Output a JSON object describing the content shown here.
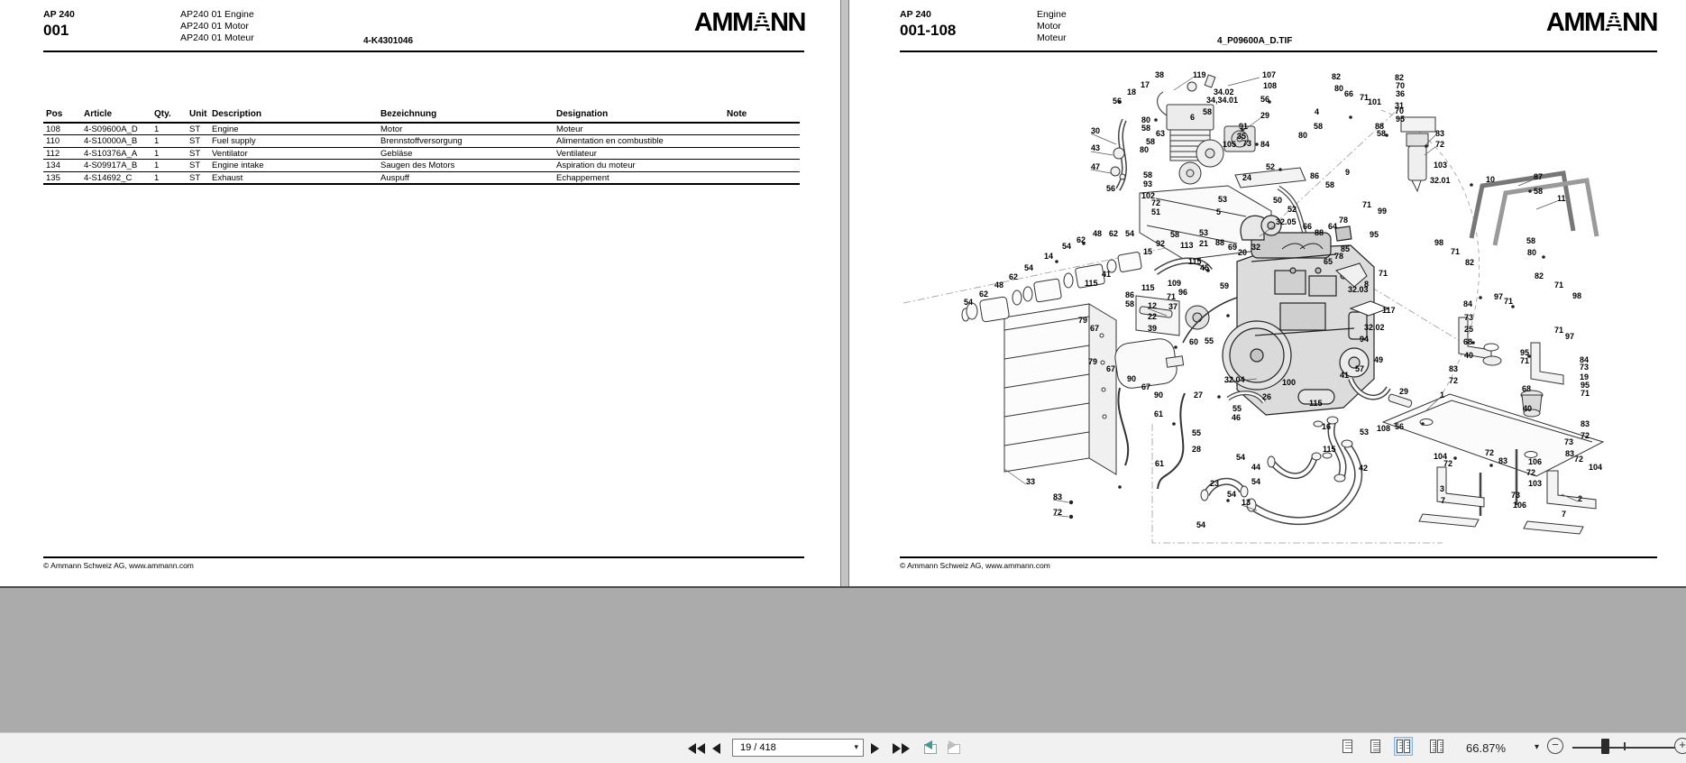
{
  "left_page": {
    "code": "AP 240",
    "page_no": "001",
    "subtitle_lines": [
      "AP240 01 Engine",
      "AP240 01 Motor",
      "AP240 01 Moteur"
    ],
    "doc_ref": "4-K4301046",
    "logo": {
      "prefix": "AMM",
      "striped_letter": "A",
      "suffix": "NN"
    },
    "footer": "© Ammann Schweiz AG, www.ammann.com",
    "table": {
      "headers": [
        "Pos",
        "Article",
        "Qty.",
        "Unit",
        "Description",
        "Bezeichnung",
        "Designation",
        "Note"
      ],
      "rows": [
        [
          "108",
          "4-S09600A_D",
          "1",
          "ST",
          "Engine",
          "Motor",
          "Moteur",
          ""
        ],
        [
          "110",
          "4-S10000A_B",
          "1",
          "ST",
          "Fuel supply",
          "Brennstoffversorgung",
          "Alimentation en combustible",
          ""
        ],
        [
          "112",
          "4-S10376A_A",
          "1",
          "ST",
          "Ventilator",
          "Gebläse",
          "Ventilateur",
          ""
        ],
        [
          "134",
          "4-S09917A_B",
          "1",
          "ST",
          "Engine intake",
          "Saugen des Motors",
          "Aspiration du moteur",
          ""
        ],
        [
          "135",
          "4-S14692_C",
          "1",
          "ST",
          "Exhaust",
          "Auspuff",
          "Echappement",
          ""
        ]
      ]
    }
  },
  "right_page": {
    "code": "AP 240",
    "page_no": "001-108",
    "subtitle_lines": [
      "Engine",
      "Motor",
      "Moteur"
    ],
    "doc_ref": "4_P09600A_D.TIF",
    "logo": {
      "prefix": "AMM",
      "striped_letter": "A",
      "suffix": "NN"
    },
    "footer": "© Ammann Schweiz AG, www.ammann.com",
    "diagram_labels": [
      [
        339,
        83,
        "38"
      ],
      [
        381,
        83,
        "119"
      ],
      [
        458,
        83,
        "107"
      ],
      [
        323,
        94,
        "17"
      ],
      [
        459,
        95,
        "108"
      ],
      [
        308,
        102,
        "18"
      ],
      [
        404,
        102,
        "34.02"
      ],
      [
        396,
        111,
        "34,34.01"
      ],
      [
        292,
        112,
        "56"
      ],
      [
        456,
        110,
        "56"
      ],
      [
        456,
        128,
        "29"
      ],
      [
        324,
        133,
        "80"
      ],
      [
        392,
        124,
        "58"
      ],
      [
        324,
        142,
        "58"
      ],
      [
        378,
        130,
        "6"
      ],
      [
        432,
        140,
        "91"
      ],
      [
        268,
        145,
        "30"
      ],
      [
        430,
        151,
        "35"
      ],
      [
        340,
        148,
        "63"
      ],
      [
        329,
        157,
        "58"
      ],
      [
        414,
        160,
        "105"
      ],
      [
        436,
        159,
        "73"
      ],
      [
        456,
        160,
        "84"
      ],
      [
        268,
        164,
        "43"
      ],
      [
        322,
        166,
        "80"
      ],
      [
        268,
        185,
        "47"
      ],
      [
        462,
        185,
        "52"
      ],
      [
        285,
        209,
        "56"
      ],
      [
        436,
        197,
        "24"
      ],
      [
        326,
        194,
        "58"
      ],
      [
        326,
        204,
        "93"
      ],
      [
        324,
        217,
        "102"
      ],
      [
        335,
        225,
        "72"
      ],
      [
        409,
        221,
        "53"
      ],
      [
        470,
        222,
        "50"
      ],
      [
        335,
        235,
        "51"
      ],
      [
        407,
        235,
        "5"
      ],
      [
        486,
        232,
        "52"
      ],
      [
        473,
        246,
        "32.05"
      ],
      [
        535,
        85,
        "82"
      ],
      [
        605,
        86,
        "82"
      ],
      [
        538,
        98,
        "80"
      ],
      [
        606,
        95,
        "70"
      ],
      [
        549,
        104,
        "66"
      ],
      [
        606,
        104,
        "36"
      ],
      [
        566,
        108,
        "71"
      ],
      [
        605,
        117,
        "31"
      ],
      [
        575,
        113,
        "101"
      ],
      [
        605,
        123,
        "70"
      ],
      [
        516,
        124,
        "4"
      ],
      [
        606,
        132,
        "95"
      ],
      [
        515,
        140,
        "58"
      ],
      [
        583,
        140,
        "88"
      ],
      [
        498,
        150,
        "80"
      ],
      [
        585,
        148,
        "58"
      ],
      [
        650,
        148,
        "83"
      ],
      [
        650,
        160,
        "72"
      ],
      [
        511,
        195,
        "86"
      ],
      [
        550,
        191,
        "9"
      ],
      [
        648,
        183,
        "103"
      ],
      [
        528,
        205,
        "58"
      ],
      [
        644,
        200,
        "32.01"
      ],
      [
        569,
        227,
        "71"
      ],
      [
        586,
        234,
        "99"
      ],
      [
        543,
        244,
        "78"
      ],
      [
        706,
        199,
        "10"
      ],
      [
        759,
        196,
        "87"
      ],
      [
        759,
        212,
        "58"
      ],
      [
        785,
        220,
        "11"
      ],
      [
        751,
        267,
        "58"
      ],
      [
        752,
        280,
        "80"
      ],
      [
        683,
        291,
        "82"
      ],
      [
        760,
        306,
        "82"
      ],
      [
        782,
        316,
        "71"
      ],
      [
        802,
        328,
        "98"
      ],
      [
        649,
        269,
        "98"
      ],
      [
        667,
        279,
        "71"
      ],
      [
        715,
        329,
        "97"
      ],
      [
        726,
        334,
        "71"
      ],
      [
        782,
        366,
        "71"
      ],
      [
        794,
        373,
        "97"
      ],
      [
        681,
        337,
        "84"
      ],
      [
        682,
        352,
        "73"
      ],
      [
        682,
        365,
        "25"
      ],
      [
        681,
        379,
        "68"
      ],
      [
        682,
        394,
        "40"
      ],
      [
        744,
        391,
        "95"
      ],
      [
        744,
        400,
        "71"
      ],
      [
        810,
        399,
        "84"
      ],
      [
        810,
        407,
        "73"
      ],
      [
        810,
        418,
        "19"
      ],
      [
        811,
        427,
        "95"
      ],
      [
        811,
        436,
        "71"
      ],
      [
        665,
        409,
        "83"
      ],
      [
        665,
        422,
        "72"
      ],
      [
        746,
        431,
        "68"
      ],
      [
        747,
        453,
        "40"
      ],
      [
        811,
        470,
        "83"
      ],
      [
        811,
        483,
        "72"
      ],
      [
        793,
        490,
        "73"
      ],
      [
        794,
        503,
        "83"
      ],
      [
        804,
        509,
        "72"
      ],
      [
        820,
        518,
        "104"
      ],
      [
        270,
        259,
        "48"
      ],
      [
        288,
        259,
        "62"
      ],
      [
        306,
        259,
        "54"
      ],
      [
        356,
        260,
        "58"
      ],
      [
        388,
        258,
        "53"
      ],
      [
        340,
        270,
        "92"
      ],
      [
        388,
        270,
        "21"
      ],
      [
        406,
        269,
        "88"
      ],
      [
        420,
        274,
        "69"
      ],
      [
        367,
        272,
        "113"
      ],
      [
        252,
        266,
        "62"
      ],
      [
        236,
        273,
        "54"
      ],
      [
        216,
        284,
        "14"
      ],
      [
        326,
        279,
        "15"
      ],
      [
        376,
        290,
        "115"
      ],
      [
        389,
        297,
        "45"
      ],
      [
        194,
        297,
        "54"
      ],
      [
        177,
        307,
        "62"
      ],
      [
        161,
        316,
        "48"
      ],
      [
        144,
        326,
        "62"
      ],
      [
        127,
        335,
        "54"
      ],
      [
        280,
        304,
        "41"
      ],
      [
        261,
        314,
        "115"
      ],
      [
        324,
        319,
        "115"
      ],
      [
        353,
        314,
        "109"
      ],
      [
        411,
        317,
        "59"
      ],
      [
        365,
        324,
        "96"
      ],
      [
        306,
        327,
        "86"
      ],
      [
        352,
        329,
        "71"
      ],
      [
        306,
        337,
        "58"
      ],
      [
        354,
        340,
        "37"
      ],
      [
        331,
        339,
        "12"
      ],
      [
        331,
        351,
        "22"
      ],
      [
        254,
        355,
        "79"
      ],
      [
        267,
        364,
        "67"
      ],
      [
        331,
        364,
        "39"
      ],
      [
        377,
        379,
        "60"
      ],
      [
        394,
        378,
        "55"
      ],
      [
        265,
        401,
        "79"
      ],
      [
        285,
        409,
        "67"
      ],
      [
        308,
        420,
        "90"
      ],
      [
        324,
        429,
        "67"
      ],
      [
        416,
        421,
        "32.04"
      ],
      [
        503,
        251,
        "66"
      ],
      [
        516,
        258,
        "88"
      ],
      [
        531,
        251,
        "64"
      ],
      [
        577,
        260,
        "95"
      ],
      [
        446,
        274,
        "32"
      ],
      [
        431,
        280,
        "20"
      ],
      [
        545,
        276,
        "85"
      ],
      [
        538,
        284,
        "78"
      ],
      [
        526,
        290,
        "65"
      ],
      [
        587,
        303,
        "71"
      ],
      [
        571,
        315,
        "8"
      ],
      [
        553,
        321,
        "32.03"
      ],
      [
        591,
        344,
        "117"
      ],
      [
        571,
        363,
        "32.02"
      ],
      [
        566,
        376,
        "94"
      ],
      [
        480,
        424,
        "100"
      ],
      [
        544,
        416,
        "41"
      ],
      [
        561,
        409,
        "57"
      ],
      [
        582,
        399,
        "49"
      ],
      [
        610,
        434,
        "29"
      ],
      [
        338,
        438,
        "90"
      ],
      [
        382,
        438,
        "27"
      ],
      [
        458,
        440,
        "26"
      ],
      [
        425,
        453,
        "55"
      ],
      [
        424,
        463,
        "46"
      ],
      [
        338,
        459,
        "61"
      ],
      [
        380,
        480,
        "55"
      ],
      [
        380,
        498,
        "28"
      ],
      [
        339,
        514,
        "61"
      ],
      [
        429,
        507,
        "54"
      ],
      [
        446,
        518,
        "44"
      ],
      [
        446,
        534,
        "54"
      ],
      [
        400,
        536,
        "23"
      ],
      [
        419,
        548,
        "54"
      ],
      [
        435,
        557,
        "13"
      ],
      [
        196,
        534,
        "33"
      ],
      [
        226,
        551,
        "83"
      ],
      [
        226,
        568,
        "72"
      ],
      [
        385,
        582,
        "54"
      ],
      [
        510,
        447,
        "115"
      ],
      [
        524,
        473,
        "16"
      ],
      [
        566,
        479,
        "53"
      ],
      [
        585,
        475,
        "108"
      ],
      [
        605,
        473,
        "56"
      ],
      [
        525,
        498,
        "115"
      ],
      [
        565,
        519,
        "42"
      ],
      [
        655,
        438,
        "1"
      ],
      [
        648,
        506,
        "104"
      ],
      [
        659,
        514,
        "72"
      ],
      [
        705,
        502,
        "72"
      ],
      [
        720,
        511,
        "83"
      ],
      [
        753,
        512,
        "106"
      ],
      [
        751,
        524,
        "72"
      ],
      [
        753,
        536,
        "103"
      ],
      [
        734,
        549,
        "73"
      ],
      [
        736,
        560,
        "106"
      ],
      [
        655,
        542,
        "3"
      ],
      [
        656,
        555,
        "7"
      ],
      [
        808,
        553,
        "2"
      ],
      [
        790,
        570,
        "7"
      ]
    ]
  },
  "toolbar": {
    "page_indicator": "19 / 418",
    "zoom_percent": "66.87%",
    "icons": {
      "first_page": "double-left-triangle",
      "previous_page": "left-triangle",
      "next_page": "right-triangle",
      "last_page": "double-right-triangle",
      "previous_view": "window-with-teal-left-arrow",
      "next_view": "window-with-gray-right-arrow",
      "page_combo_caret": "▾",
      "zoom_caret": "▾",
      "zoom_out": "−",
      "zoom_in": "+",
      "layout_single": "single-page",
      "layout_continuous": "continuous",
      "layout_two_page": "two-page",
      "layout_two_page_continuous": "two-page-continuous"
    }
  },
  "colors": {
    "app_background": "#ababab",
    "toolbar_background": "#f1f1f1",
    "page_background": "#ffffff",
    "layout_selected_background": "#cfe4f7",
    "layout_selected_border": "#86b7e0",
    "previous_view_arrow": "#3d9a8f"
  }
}
